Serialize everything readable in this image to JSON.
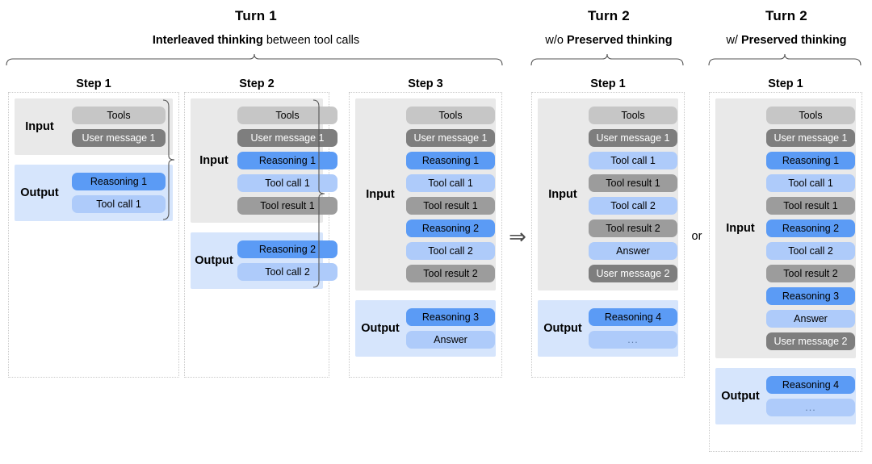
{
  "turns": [
    {
      "id": "turn-1",
      "title": "Turn 1",
      "subtitle_prefix": "",
      "subtitle_bold": "Interleaved thinking",
      "subtitle_suffix": " between tool calls"
    },
    {
      "id": "turn-2-without",
      "title": "Turn 2",
      "subtitle_prefix": "w/o ",
      "subtitle_bold": "Preserved thinking",
      "subtitle_suffix": ""
    },
    {
      "id": "turn-2-with",
      "title": "Turn 2",
      "subtitle_prefix": "w/ ",
      "subtitle_bold": "Preserved thinking",
      "subtitle_suffix": ""
    }
  ],
  "connectors": {
    "arrow_glyph": "⇒",
    "or_label": "or"
  },
  "labels": {
    "input": "Input",
    "output": "Output"
  },
  "columns": [
    {
      "id": "turn1-step1",
      "step_title": "Step 1",
      "input": [
        "Tools",
        "User message 1"
      ],
      "output": [
        "Reasoning 1",
        "Tool call 1"
      ]
    },
    {
      "id": "turn1-step2",
      "step_title": "Step 2",
      "input": [
        "Tools",
        "User message 1",
        "Reasoning 1",
        "Tool call 1",
        "Tool result 1"
      ],
      "output": [
        "Reasoning 2",
        "Tool call 2"
      ]
    },
    {
      "id": "turn1-step3",
      "step_title": "Step 3",
      "input": [
        "Tools",
        "User message 1",
        "Reasoning 1",
        "Tool call 1",
        "Tool result 1",
        "Reasoning 2",
        "Tool call 2",
        "Tool result 2"
      ],
      "output": [
        "Reasoning 3",
        "Answer"
      ]
    },
    {
      "id": "turn2-without-step1",
      "step_title": "Step 1",
      "input": [
        "Tools",
        "User message 1",
        "Tool call 1",
        "Tool result 1",
        "Tool call 2",
        "Tool result 2",
        "Answer",
        "User message 2"
      ],
      "output": [
        "Reasoning 4",
        "..."
      ]
    },
    {
      "id": "turn2-with-step1",
      "step_title": "Step 1",
      "input": [
        "Tools",
        "User message 1",
        "Reasoning 1",
        "Tool call 1",
        "Tool result 1",
        "Reasoning 2",
        "Tool call 2",
        "Tool result 2",
        "Reasoning 3",
        "Answer",
        "User message 2"
      ],
      "output": [
        "Reasoning 4",
        "..."
      ]
    }
  ],
  "colors": {
    "tools": "#c6c6c6",
    "user_message": "#7e7e7e",
    "reasoning": "#5b9bf5",
    "tool_call": "#aecbfa",
    "tool_result": "#9c9c9c",
    "answer": "#aecbfa",
    "input_panel": "#e9e9e9",
    "output_panel": "#d6e5fc",
    "column_border": "#c9c9c9"
  }
}
